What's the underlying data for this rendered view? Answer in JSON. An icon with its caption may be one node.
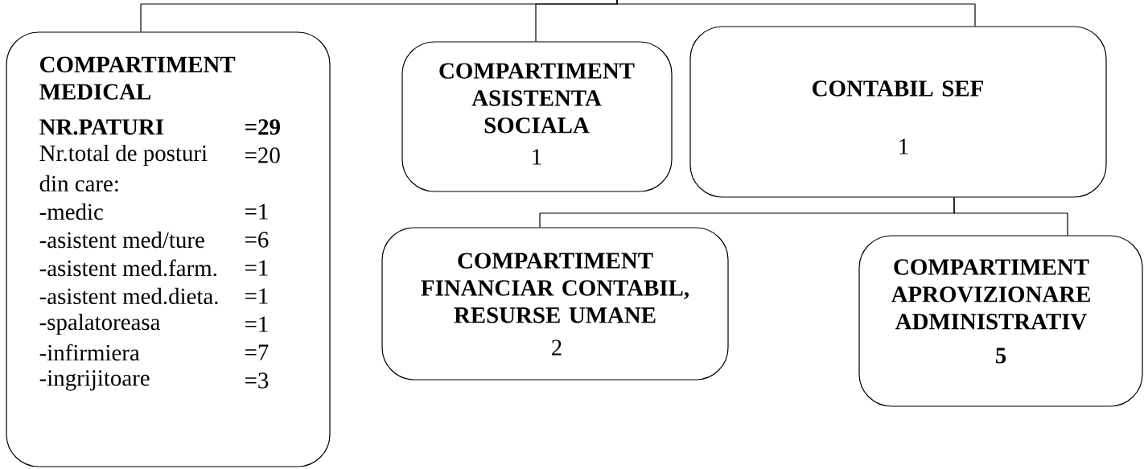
{
  "diagram": {
    "nodes": [
      {
        "text": [
          "COMPARTIMENT MEDICAL",
          "NR.PATURI",
          "=29",
          "Nr.total de posturi",
          "=20",
          "din care:",
          "-medic",
          "=1",
          "-asistent med/ture",
          "=6",
          "-asistent med.farm.",
          "=1",
          "-asistent med.dieta.",
          "=1",
          "-spalatoreasa",
          "=1",
          "-infirmiera",
          "=7",
          "-ingrijitoare",
          "=3"
        ]
      },
      {
        "text": [
          "COMPARTIMENT ASISTENTA SOCIALA",
          "1"
        ]
      },
      {
        "text": [
          "CONTABIL SEF",
          "1"
        ]
      },
      {
        "text": [
          "COMPARTIMENT FINANCIAR CONTABIL, RESURSE UMANE",
          "2"
        ]
      },
      {
        "text": [
          "COMPARTIMENT APROVIZIONARE ADMINISTRATIV",
          "5"
        ]
      }
    ],
    "edges": [
      {
        "from": null,
        "to": 0,
        "arrow": "none"
      },
      {
        "from": null,
        "to": 1,
        "arrow": "none"
      },
      {
        "from": null,
        "to": 2,
        "arrow": "none"
      },
      {
        "from": 2,
        "to": 3,
        "arrow": "none"
      },
      {
        "from": 2,
        "to": 4,
        "arrow": "none"
      }
    ]
  }
}
